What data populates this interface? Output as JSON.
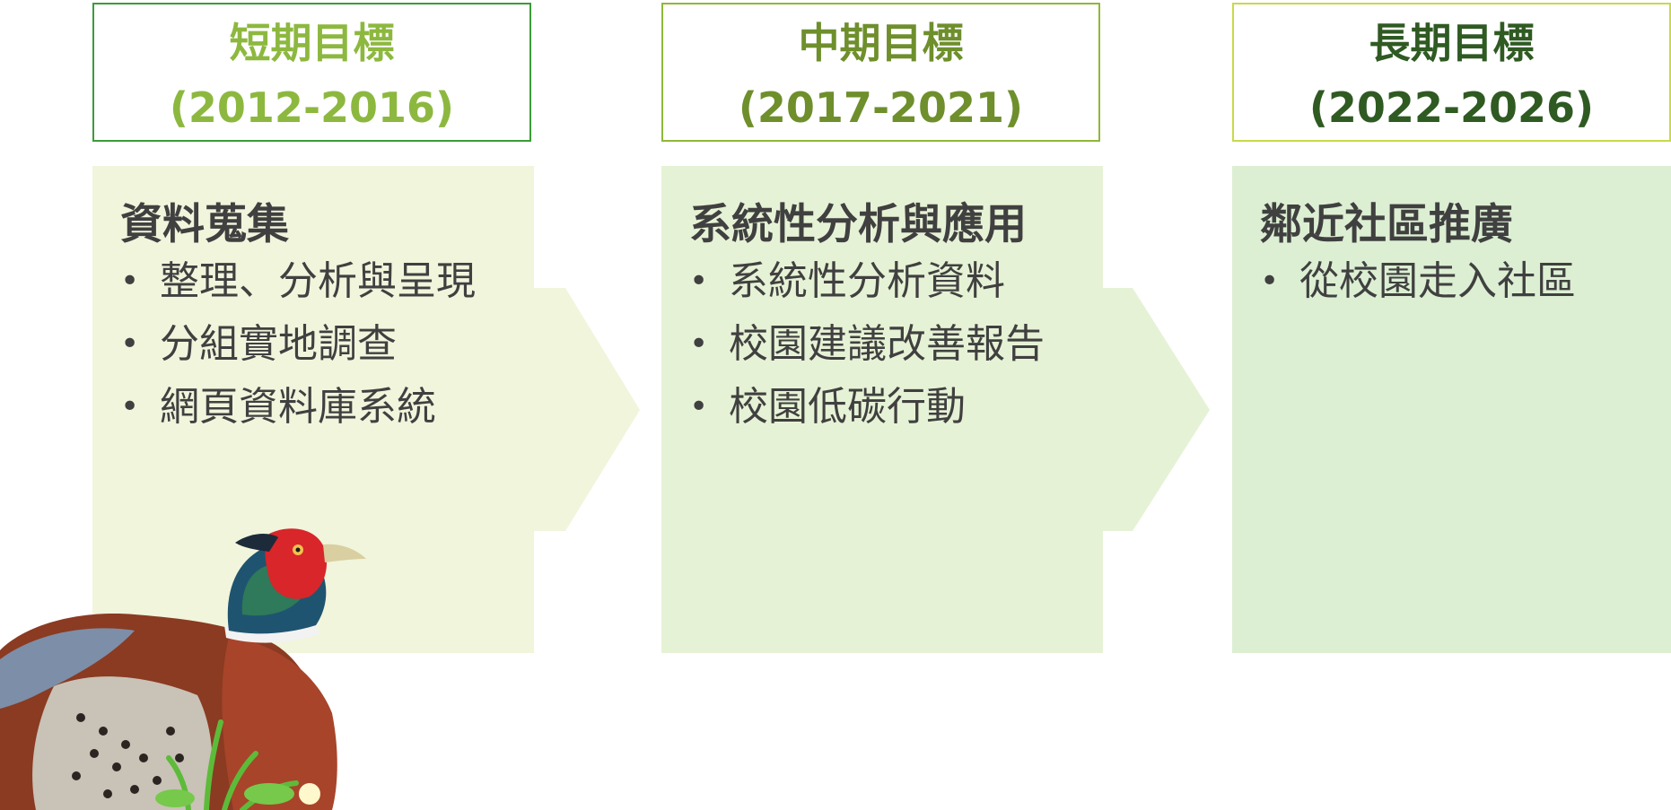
{
  "stages": [
    {
      "goal": "短期目標",
      "period": "(2012-2016)",
      "title": "資料蒐集",
      "items": [
        "整理、分析與呈現",
        "分組實地調查",
        "網頁資料庫系統"
      ]
    },
    {
      "goal": "中期目標",
      "period": "(2017-2021)",
      "title": "系統性分析與應用",
      "items": [
        "系統性分析資料",
        "校園建議改善報告",
        "校園低碳行動"
      ]
    },
    {
      "goal": "長期目標",
      "period": "(2022-2026)",
      "title": "鄰近社區推廣",
      "items": [
        "從校園走入社區"
      ]
    }
  ],
  "colors": {
    "panel1": "#f0f5dc",
    "panel2": "#e6f2d5",
    "panel3": "#dcefd3"
  },
  "image": {
    "subject": "pheasant-illustration"
  }
}
